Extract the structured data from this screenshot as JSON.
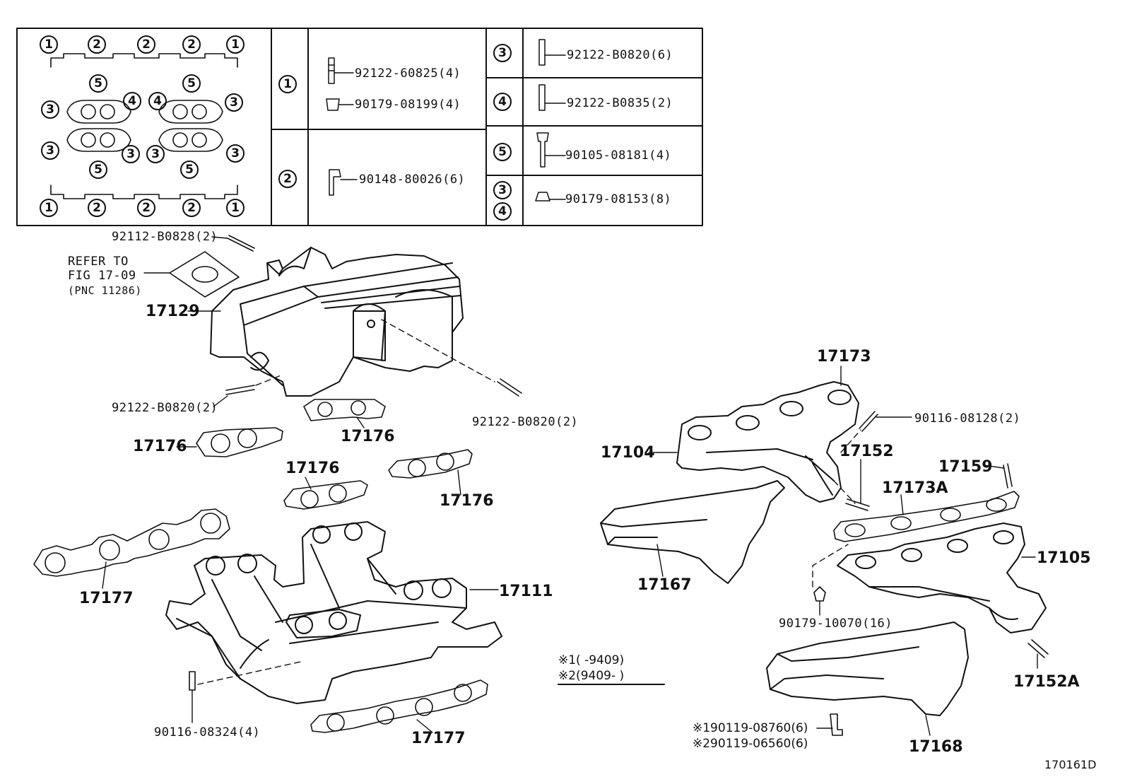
{
  "legend": {
    "rows": [
      {
        "keys": [
          "1"
        ],
        "parts": [
          "92122-60825(4)",
          "90179-08199(4)"
        ]
      },
      {
        "keys": [
          "2"
        ],
        "parts": [
          "90148-80026(6)"
        ]
      },
      {
        "keys": [
          "3"
        ],
        "parts": [
          "92122-B0820(6)"
        ]
      },
      {
        "keys": [
          "4"
        ],
        "parts": [
          "92122-B0835(2)"
        ]
      },
      {
        "keys": [
          "5"
        ],
        "parts": [
          "90105-08181(4)"
        ]
      },
      {
        "keys": [
          "3",
          "4"
        ],
        "parts": [
          "90179-08153(8)"
        ]
      }
    ],
    "map_top": [
      "1",
      "2",
      "2",
      "2",
      "1"
    ],
    "map_bottom": [
      "1",
      "2",
      "2",
      "2",
      "1"
    ],
    "map_mid": [
      "5",
      "5",
      "3",
      "4",
      "4",
      "3",
      "3",
      "3",
      "3",
      "3",
      "5",
      "5"
    ]
  },
  "labels": {
    "p92112": "92112-B0828(2)",
    "refer1": "REFER TO",
    "refer2": "FIG 17-09",
    "refer3": "(PNC 11286)",
    "p17129": "17129",
    "p92122a": "92122-B0820(2)",
    "p92122b": "92122-B0820(2)",
    "p17176a": "17176",
    "p17176b": "17176",
    "p17176c": "17176",
    "p17176d": "17176",
    "p17177a": "17177",
    "p17177b": "17177",
    "p17111": "17111",
    "p90116a": "90116-08324(4)",
    "p17173": "17173",
    "p90116b": "90116-08128(2)",
    "p17104": "17104",
    "p17152": "17152",
    "p17159": "17159",
    "p17173A": "17173A",
    "p17105": "17105",
    "p17167": "17167",
    "p90179": "90179-10070(16)",
    "p17152A": "17152A",
    "p17168": "17168",
    "note1": "※1(      -9409)",
    "note2": "※2(9409-      )",
    "bolt1": "※190119-08760(6)",
    "bolt2": "※290119-06560(6)",
    "figcode": "170161D"
  }
}
